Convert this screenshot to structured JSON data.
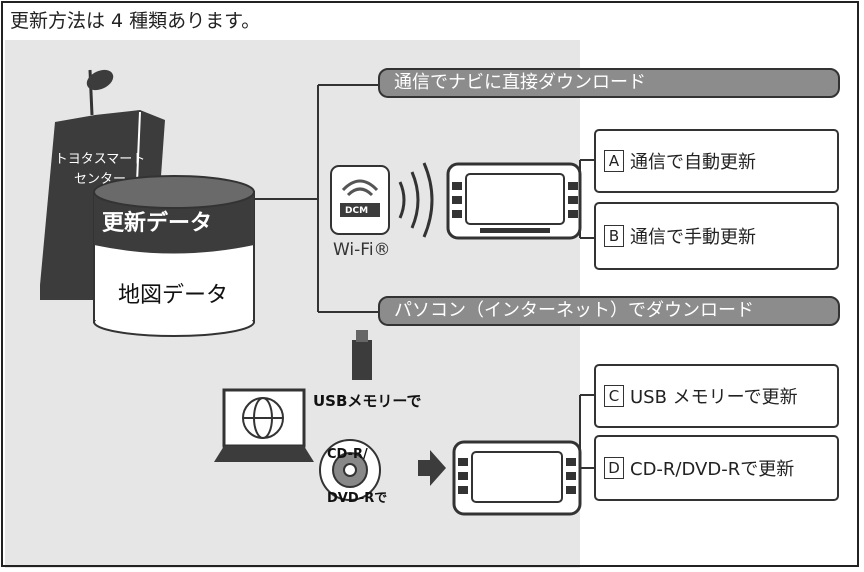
{
  "title": "更新方法は 4 種類あります。",
  "server": {
    "center_label_line1": "トヨタスマート",
    "center_label_line2": "センター",
    "update_data": "更新データ",
    "map_data": "地図データ"
  },
  "route_comm": {
    "banner": "通信でナビに直接ダウンロード",
    "device_label": "DCM",
    "wifi_label": "Wi-Fi®",
    "options": [
      {
        "letter": "A",
        "text": "通信で自動更新"
      },
      {
        "letter": "B",
        "text": "通信で手動更新"
      }
    ]
  },
  "route_pc": {
    "banner": "パソコン（インターネット）でダウンロード",
    "usb_label": "USBメモリーで",
    "cd_label": "CD-R/",
    "dvd_label": "DVD-Rで",
    "options": [
      {
        "letter": "C",
        "text": "USB メモリーで更新"
      },
      {
        "letter": "D",
        "text": "CD-R/DVD-Rで更新"
      }
    ]
  },
  "colors": {
    "banner": "#8c8c8c",
    "dark": "#3c3c3c",
    "panel": "#e6e6e6"
  }
}
